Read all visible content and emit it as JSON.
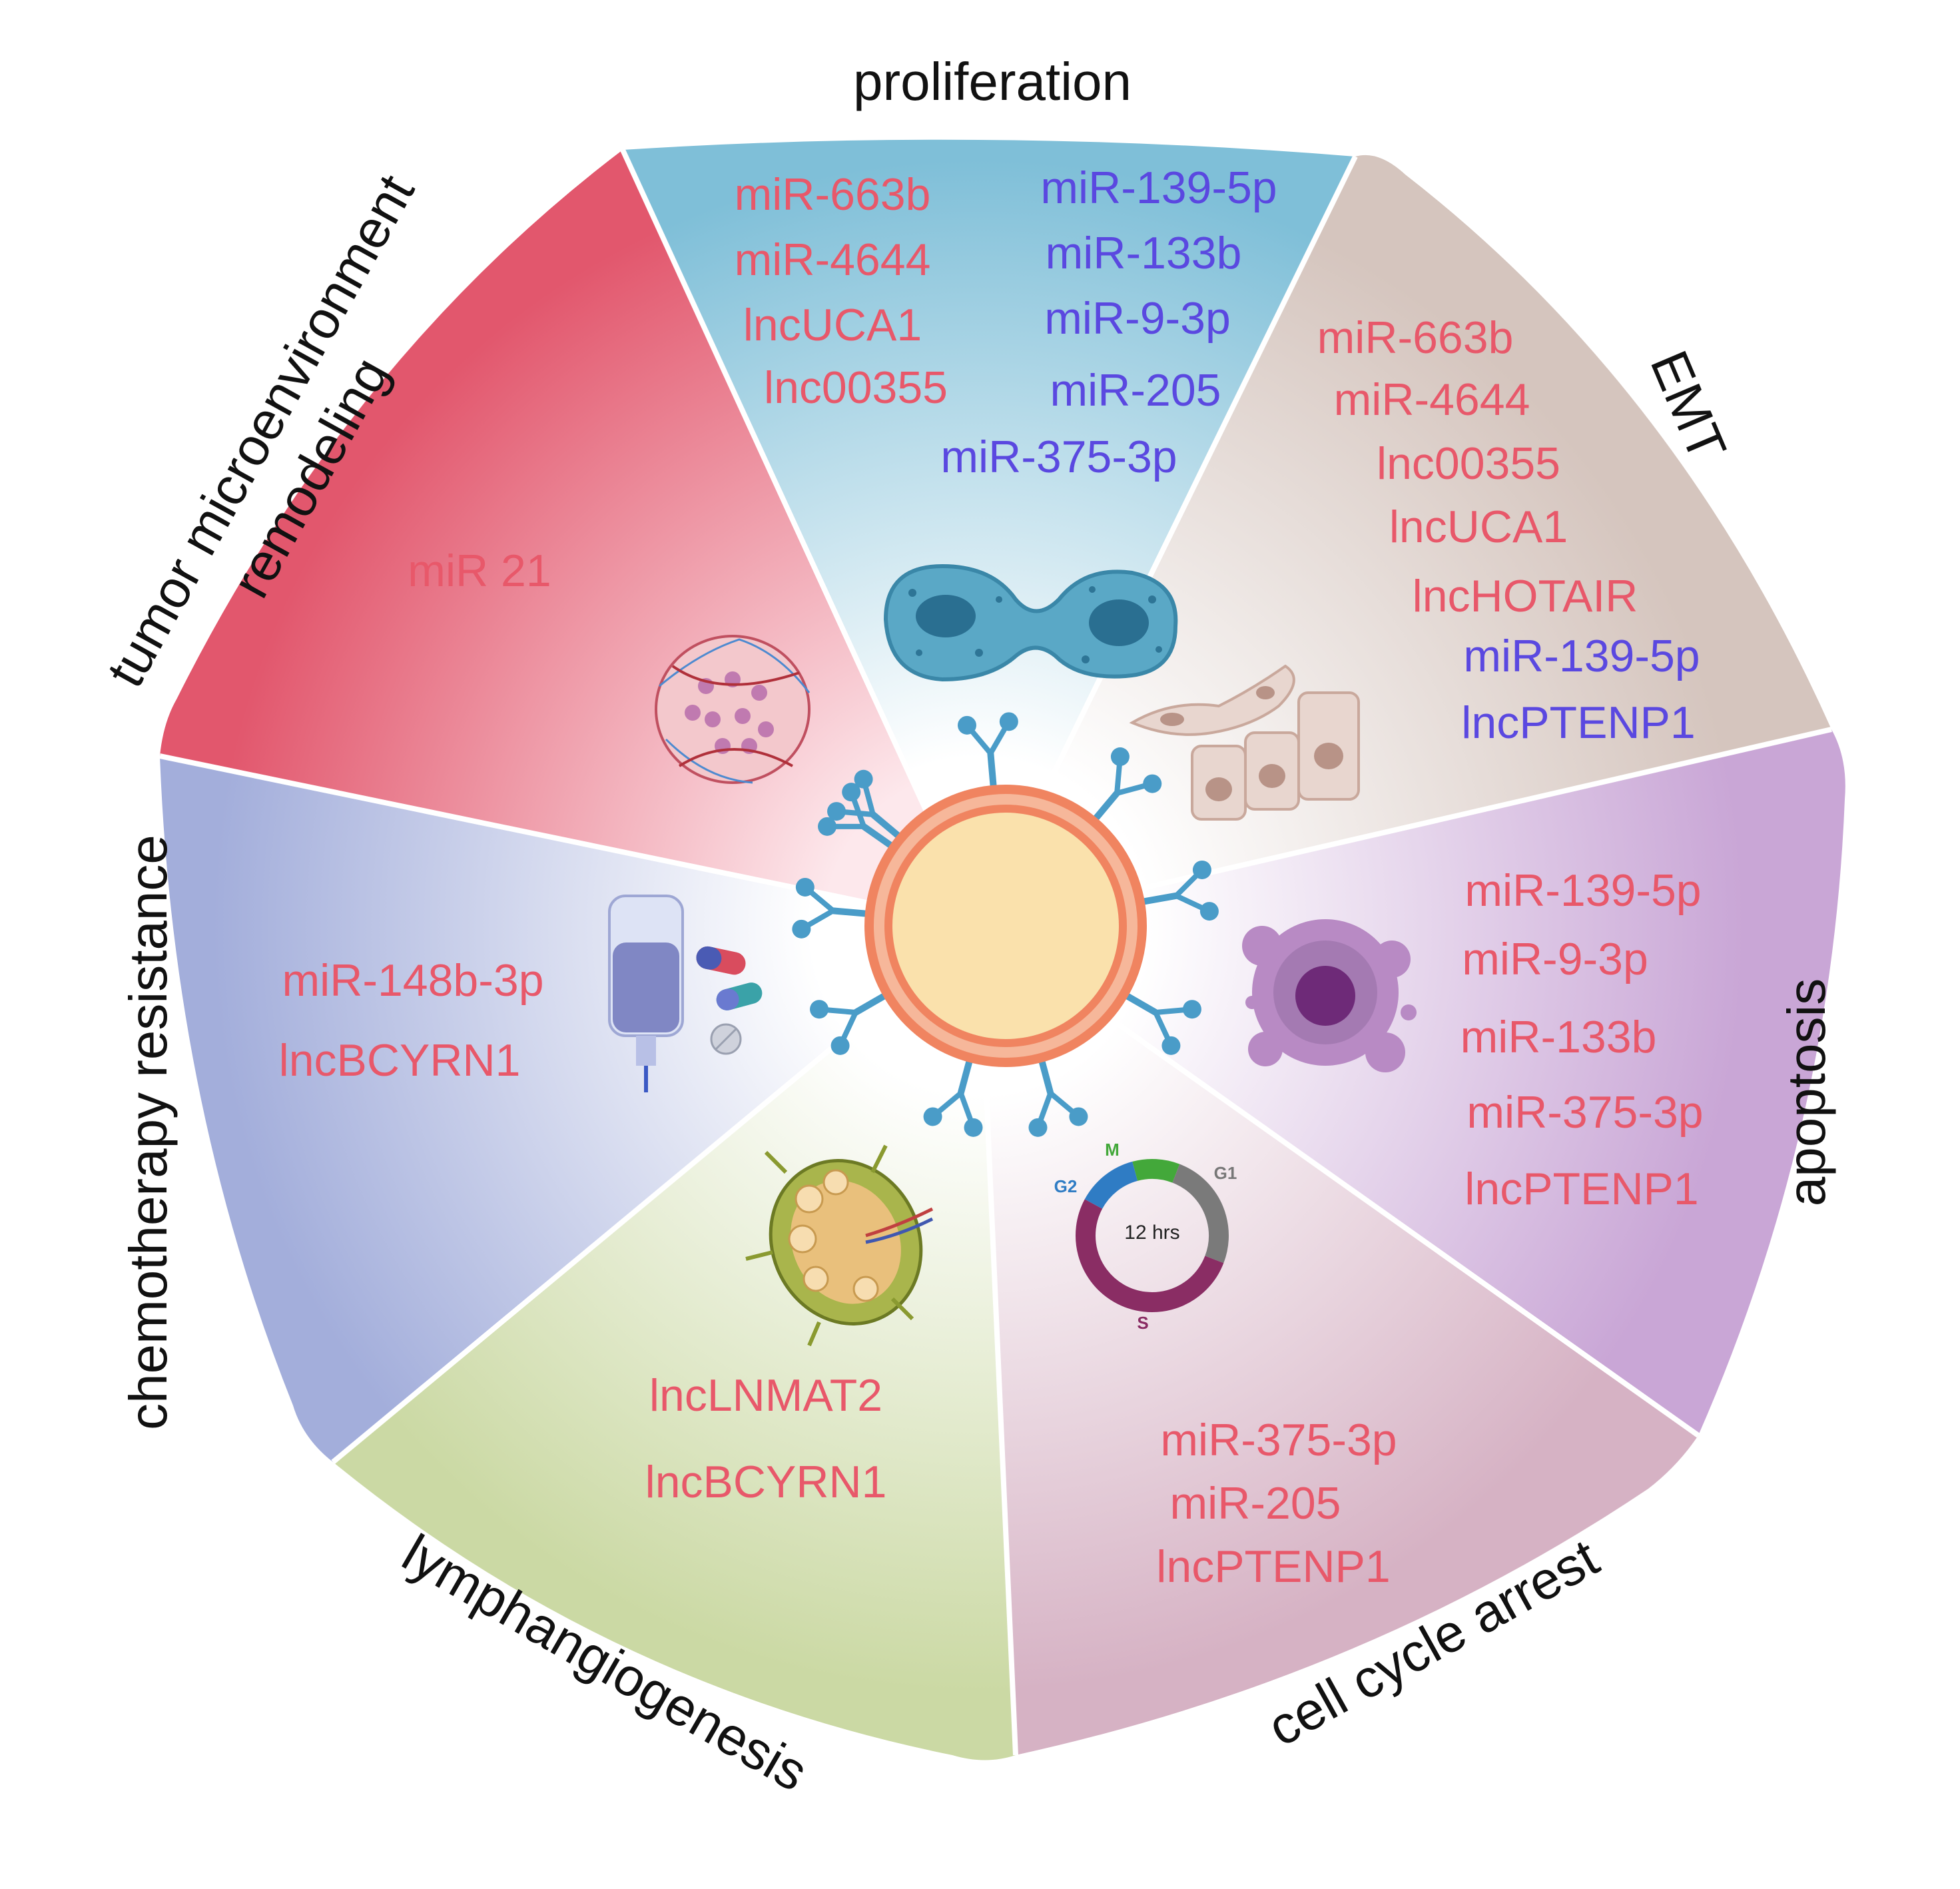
{
  "colors": {
    "up": "#e8586a",
    "down": "#5a48e0",
    "label": "#111111"
  },
  "sectors": [
    {
      "id": "proliferation",
      "label": "proliferation",
      "color": "#8fc6dc",
      "icon": "dividing-cell-icon",
      "up": [
        "miR-663b",
        "miR-4644",
        "lncUCA1",
        "lnc00355"
      ],
      "down": [
        "miR-139-5p",
        "miR-133b",
        "miR-9-3p",
        "miR-205",
        "miR-375-3p"
      ]
    },
    {
      "id": "emt",
      "label": "EMT",
      "color": "#ddd0ca",
      "icon": "epithelial-cells-icon",
      "up": [
        "miR-663b",
        "miR-4644",
        "lnc00355",
        "lncUCA1",
        "lncHOTAIR"
      ],
      "down": [
        "miR-139-5p",
        "lncPTENP1"
      ]
    },
    {
      "id": "apoptosis",
      "label": "apoptosis",
      "color": "#cdb0d8",
      "icon": "apoptotic-cell-icon",
      "up": [
        "miR-139-5p",
        "miR-9-3p",
        "miR-133b",
        "miR-375-3p",
        "lncPTENP1"
      ],
      "down": []
    },
    {
      "id": "cell-cycle-arrest",
      "label": "cell cycle arrest",
      "color": "#d9b9c8",
      "icon": "cell-cycle-icon",
      "up": [
        "miR-375-3p",
        "miR‐205",
        "lncPTENP1"
      ],
      "down": []
    },
    {
      "id": "lymphangiogenesis",
      "label": "lymphangiogenesis",
      "color": "#cfdcae",
      "icon": "lymph-node-icon",
      "up": [
        "lncLNMAT2",
        "lncBCYRN1"
      ],
      "down": []
    },
    {
      "id": "chemotherapy-resistance",
      "label": "chemotherapy resistance",
      "color": "#aab4dc",
      "icon": "iv-drip-and-pills-icon",
      "up": [
        "miR-148b-3p",
        "lncBCYRN1"
      ],
      "down": []
    },
    {
      "id": "tumor-microenvironment",
      "label_line1": "tumor microenvironment",
      "label_line2": "remodeling",
      "color": "#e56c80",
      "icon": "tumor-tissue-icon",
      "up": [
        "miR 21"
      ],
      "down": []
    }
  ],
  "cell_cycle": {
    "center_label": "12 hrs",
    "phases": [
      {
        "name": "M",
        "fraction": 0.1,
        "color": "#43a83a"
      },
      {
        "name": "G1",
        "fraction": 0.25,
        "color": "#7a7a7a"
      },
      {
        "name": "S",
        "fraction": 0.52,
        "color": "#8a2d64"
      },
      {
        "name": "G2",
        "fraction": 0.13,
        "color": "#2f7cc4"
      }
    ]
  },
  "center_icon": "exosome-icon"
}
